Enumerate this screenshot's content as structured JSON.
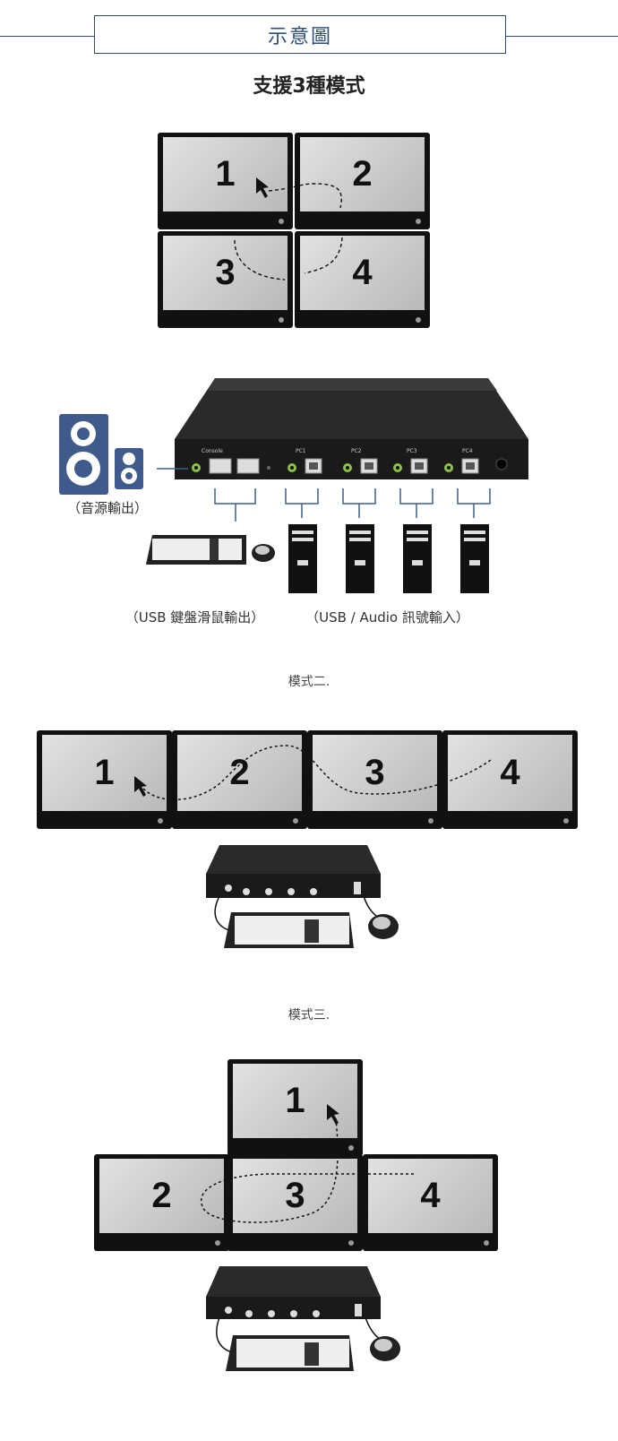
{
  "header": {
    "title": "示意圖",
    "subtitle": "支援3種模式"
  },
  "mode1": {
    "monitors": [
      "1",
      "2",
      "3",
      "4"
    ]
  },
  "kvm_diagram": {
    "audio_caption": "（音源輸出）",
    "usb_caption": "（USB 鍵盤滑鼠輸出）",
    "pc_caption": "（USB / Audio 訊號輸入）",
    "port_labels": [
      "Console",
      "PC1",
      "PC2",
      "PC3",
      "PC4"
    ]
  },
  "mode2": {
    "label": "模式二.",
    "monitors": [
      "1",
      "2",
      "3",
      "4"
    ]
  },
  "mode3": {
    "label": "模式三.",
    "monitors": [
      "1",
      "2",
      "3",
      "4"
    ]
  },
  "colors": {
    "accent": "#2f4d7a",
    "monitor_frame": "#111111",
    "screen": "#cfcfcf",
    "device": "#1c1c1c"
  }
}
